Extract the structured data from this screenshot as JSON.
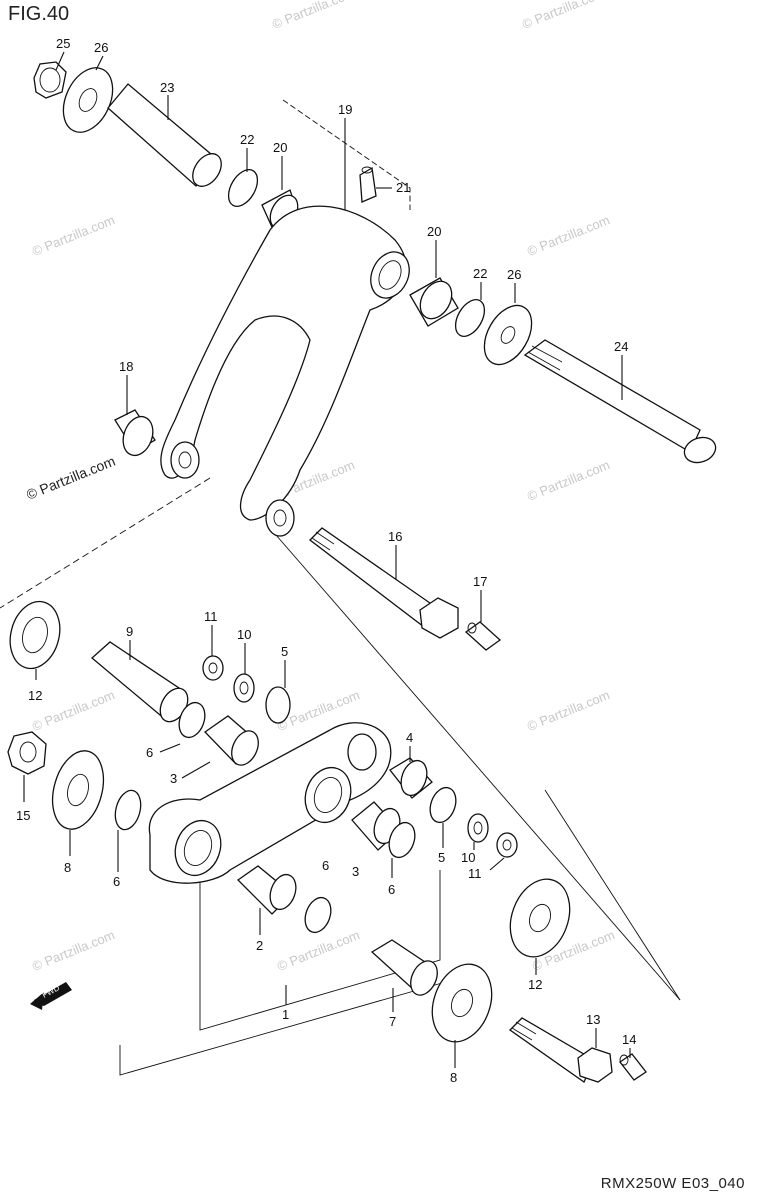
{
  "figure": {
    "title": "FIG.40",
    "code": "RMX250W E03_040"
  },
  "watermark": {
    "text": "© Partzilla.com",
    "prominent_text": "© Partzilla.com"
  },
  "fwd_arrow": {
    "label": "FWD"
  },
  "callouts": [
    {
      "id": "c25",
      "label": "25"
    },
    {
      "id": "c26a",
      "label": "26"
    },
    {
      "id": "c23",
      "label": "23"
    },
    {
      "id": "c22a",
      "label": "22"
    },
    {
      "id": "c20a",
      "label": "20"
    },
    {
      "id": "c19",
      "label": "19"
    },
    {
      "id": "c21",
      "label": "21"
    },
    {
      "id": "c20b",
      "label": "20"
    },
    {
      "id": "c22b",
      "label": "22"
    },
    {
      "id": "c26b",
      "label": "26"
    },
    {
      "id": "c24",
      "label": "24"
    },
    {
      "id": "c18",
      "label": "18"
    },
    {
      "id": "c16",
      "label": "16"
    },
    {
      "id": "c17",
      "label": "17"
    },
    {
      "id": "c11a",
      "label": "11"
    },
    {
      "id": "c10a",
      "label": "10"
    },
    {
      "id": "c9",
      "label": "9"
    },
    {
      "id": "c5a",
      "label": "5"
    },
    {
      "id": "c12a",
      "label": "12"
    },
    {
      "id": "c6a",
      "label": "6"
    },
    {
      "id": "c3a",
      "label": "3"
    },
    {
      "id": "c4",
      "label": "4"
    },
    {
      "id": "c15",
      "label": "15"
    },
    {
      "id": "c8a",
      "label": "8"
    },
    {
      "id": "c6b",
      "label": "6"
    },
    {
      "id": "c6c",
      "label": "6"
    },
    {
      "id": "c3b",
      "label": "3"
    },
    {
      "id": "c6d",
      "label": "6"
    },
    {
      "id": "c5b",
      "label": "5"
    },
    {
      "id": "c10b",
      "label": "10"
    },
    {
      "id": "c11b",
      "label": "11"
    },
    {
      "id": "c2",
      "label": "2"
    },
    {
      "id": "c12b",
      "label": "12"
    },
    {
      "id": "c1",
      "label": "1"
    },
    {
      "id": "c7",
      "label": "7"
    },
    {
      "id": "c13",
      "label": "13"
    },
    {
      "id": "c14",
      "label": "14"
    },
    {
      "id": "c8b",
      "label": "8"
    }
  ]
}
